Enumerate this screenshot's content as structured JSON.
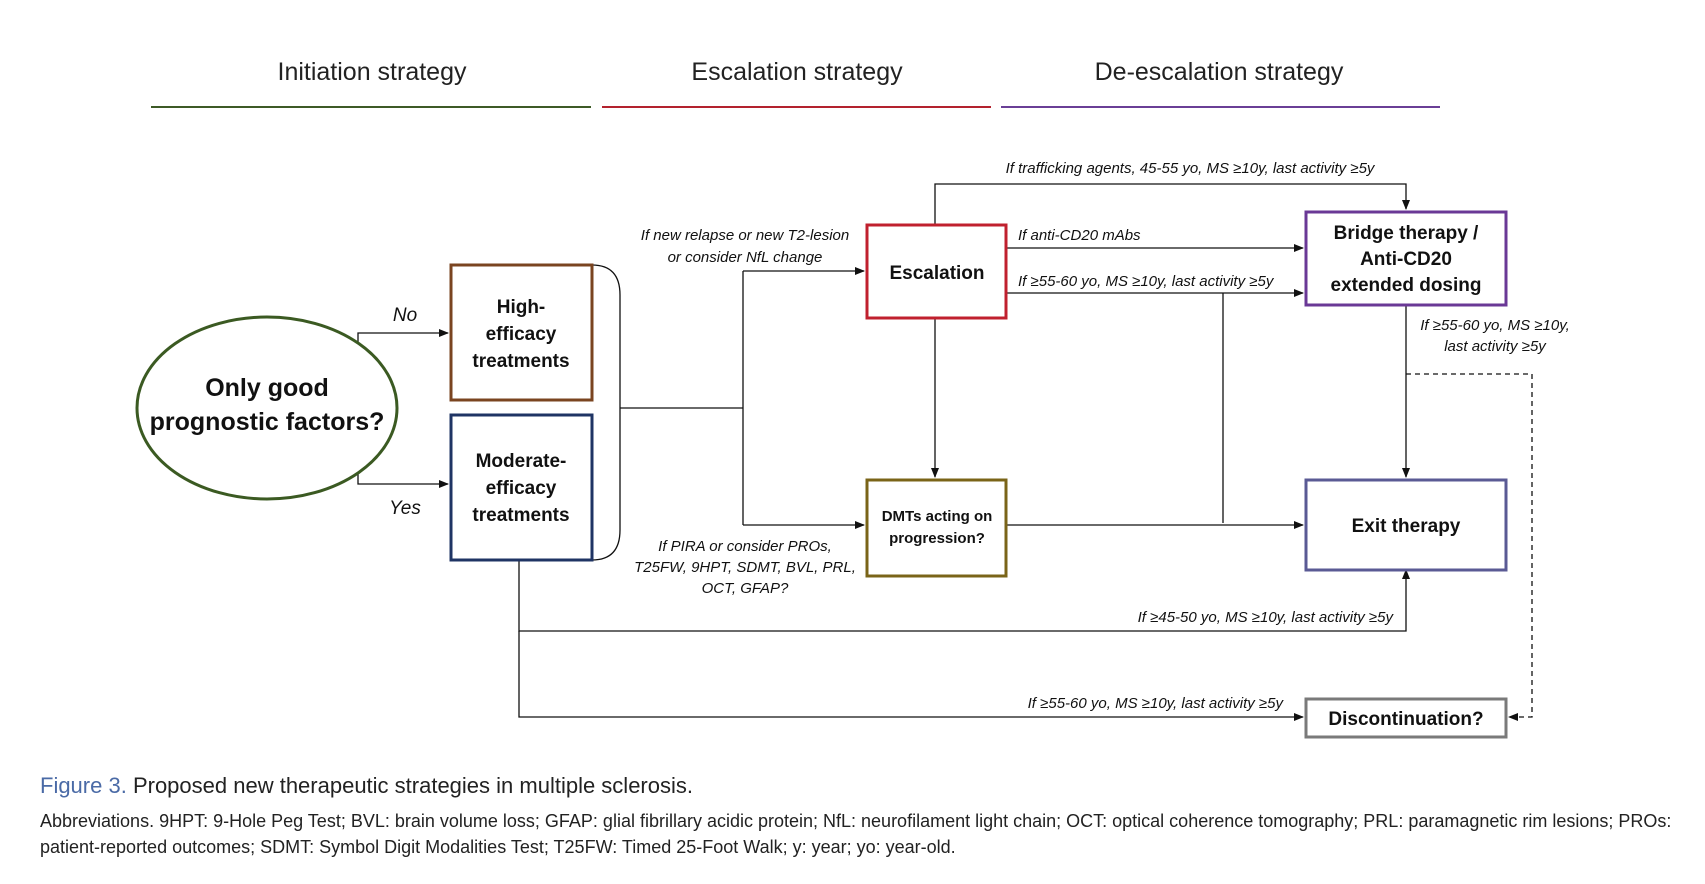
{
  "headers": {
    "initiation": "Initiation strategy",
    "escalation": "Escalation strategy",
    "deescalation": "De-escalation strategy"
  },
  "colors": {
    "initiation": "#3d5a26",
    "escalation": "#b3222e",
    "deescalation": "#6a3f96",
    "oval": "#3b5a22",
    "high_efficacy": "#7a4420",
    "moderate_efficacy": "#1f3464",
    "escalation_box": "#c0202e",
    "dmts_box": "#7a6418",
    "bridge_box": "#6a3896",
    "exit_box": "#5a5a94",
    "discontinuation_box": "#7a7a7a",
    "figure_label": "#4a6aa6"
  },
  "nodes": {
    "question": [
      "Only good",
      "prognostic factors?"
    ],
    "high_efficacy": [
      "High-",
      "efficacy",
      "treatments"
    ],
    "moderate_efficacy": [
      "Moderate-",
      "efficacy",
      "treatments"
    ],
    "escalation": [
      "Escalation"
    ],
    "dmts_progression": [
      "DMTs acting on",
      "progression?"
    ],
    "bridge_therapy": [
      "Bridge therapy /",
      "Anti-CD20",
      "extended dosing"
    ],
    "exit_therapy": [
      "Exit therapy"
    ],
    "discontinuation": [
      "Discontinuation?"
    ]
  },
  "edge_labels": {
    "no": "No",
    "yes": "Yes",
    "new_relapse": [
      "If new relapse or new T2-lesion",
      "or consider NfL change"
    ],
    "pira": [
      "If PIRA or consider PROs,",
      "T25FW, 9HPT, SDMT, BVL, PRL,",
      "OCT, GFAP?"
    ],
    "trafficking": "If trafficking agents, 45-55 yo, MS ≥10y, last activity ≥5y",
    "anti_cd20": "If anti-CD20 mAbs",
    "esc_to_exit": "If ≥55-60 yo, MS ≥10y, last activity ≥5y",
    "bridge_to_exit": [
      "If ≥55-60 yo, MS ≥10y,",
      "last activity ≥5y"
    ],
    "moderate_to_exit": "If ≥45-50 yo, MS ≥10y, last activity ≥5y",
    "moderate_to_discontinuation": "If ≥55-60 yo, MS ≥10y, last activity ≥5y"
  },
  "caption": {
    "label": "Figure 3.",
    "text": " Proposed new therapeutic strategies in multiple sclerosis.",
    "abbreviations": "Abbreviations. 9HPT: 9-Hole Peg Test; BVL: brain volume loss; GFAP: glial fibrillary acidic protein; NfL: neurofilament light chain; OCT: optical coherence tomography; PRL: paramagnetic rim lesions; PROs: patient-reported outcomes; SDMT: Symbol Digit Modalities Test; T25FW: Timed 25-Foot Walk; y: year; yo: year-old."
  }
}
